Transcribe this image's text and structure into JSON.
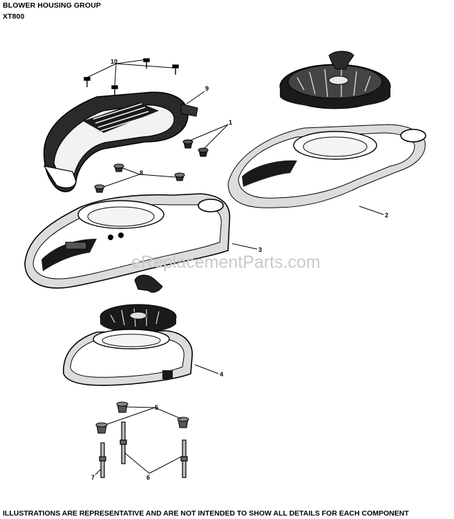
{
  "header": {
    "title": "BLOWER HOUSING GROUP",
    "model": "XT800"
  },
  "watermark": "eReplacementParts.com",
  "footer": "ILLUSTRATIONS ARE REPRESENTATIVE AND ARE NOT INTENDED TO SHOW ALL DETAILS FOR EACH COMPONENT",
  "callouts": {
    "c1": "1",
    "c2": "2",
    "c3": "3",
    "c4": "4",
    "c5": "5",
    "c6": "6",
    "c7": "7",
    "c8": "8",
    "c9": "9",
    "c10": "10"
  }
}
